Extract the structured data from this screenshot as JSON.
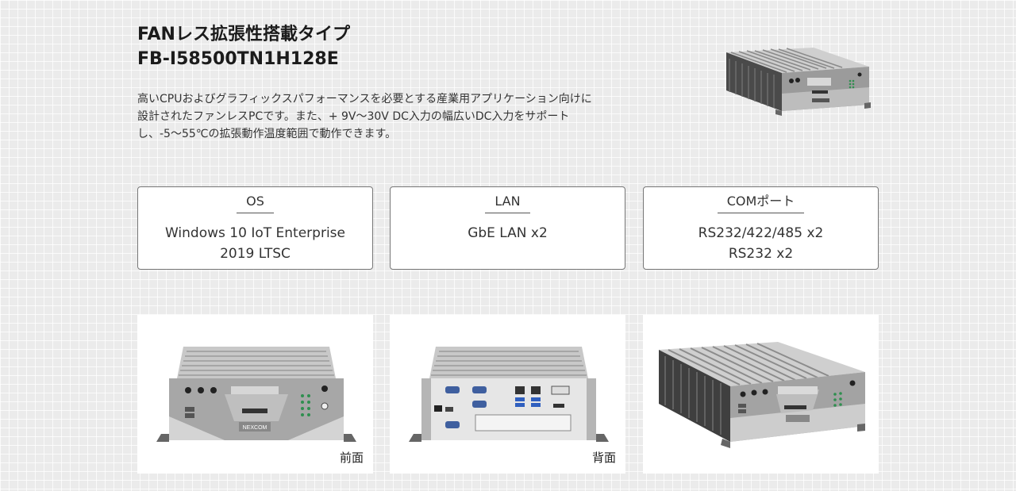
{
  "product": {
    "title_line1": "FANレス拡張性搭載タイプ",
    "title_line2": "FB-I58500TN1H128E",
    "description_lines": [
      "高いCPUおよびグラフィックスパフォーマンスを必要とする産業用アプリケーション向けに",
      "設計されたファンレスPCです。また、+ 9V〜30V DC入力の幅広いDC入力をサポート",
      "し、-5〜55℃の拡張動作温度範囲で動作できます。"
    ]
  },
  "specs": [
    {
      "title": "OS",
      "lines": [
        "Windows 10 IoT Enterprise",
        "2019 LTSC"
      ]
    },
    {
      "title": "LAN",
      "lines": [
        "GbE LAN x2"
      ]
    },
    {
      "title": "COMポート",
      "lines": [
        "RS232/422/485 x2",
        "RS232 x2"
      ]
    }
  ],
  "photos": {
    "front_caption": "前面",
    "back_caption": "背面",
    "brand_logo": "NEXCOM"
  }
}
